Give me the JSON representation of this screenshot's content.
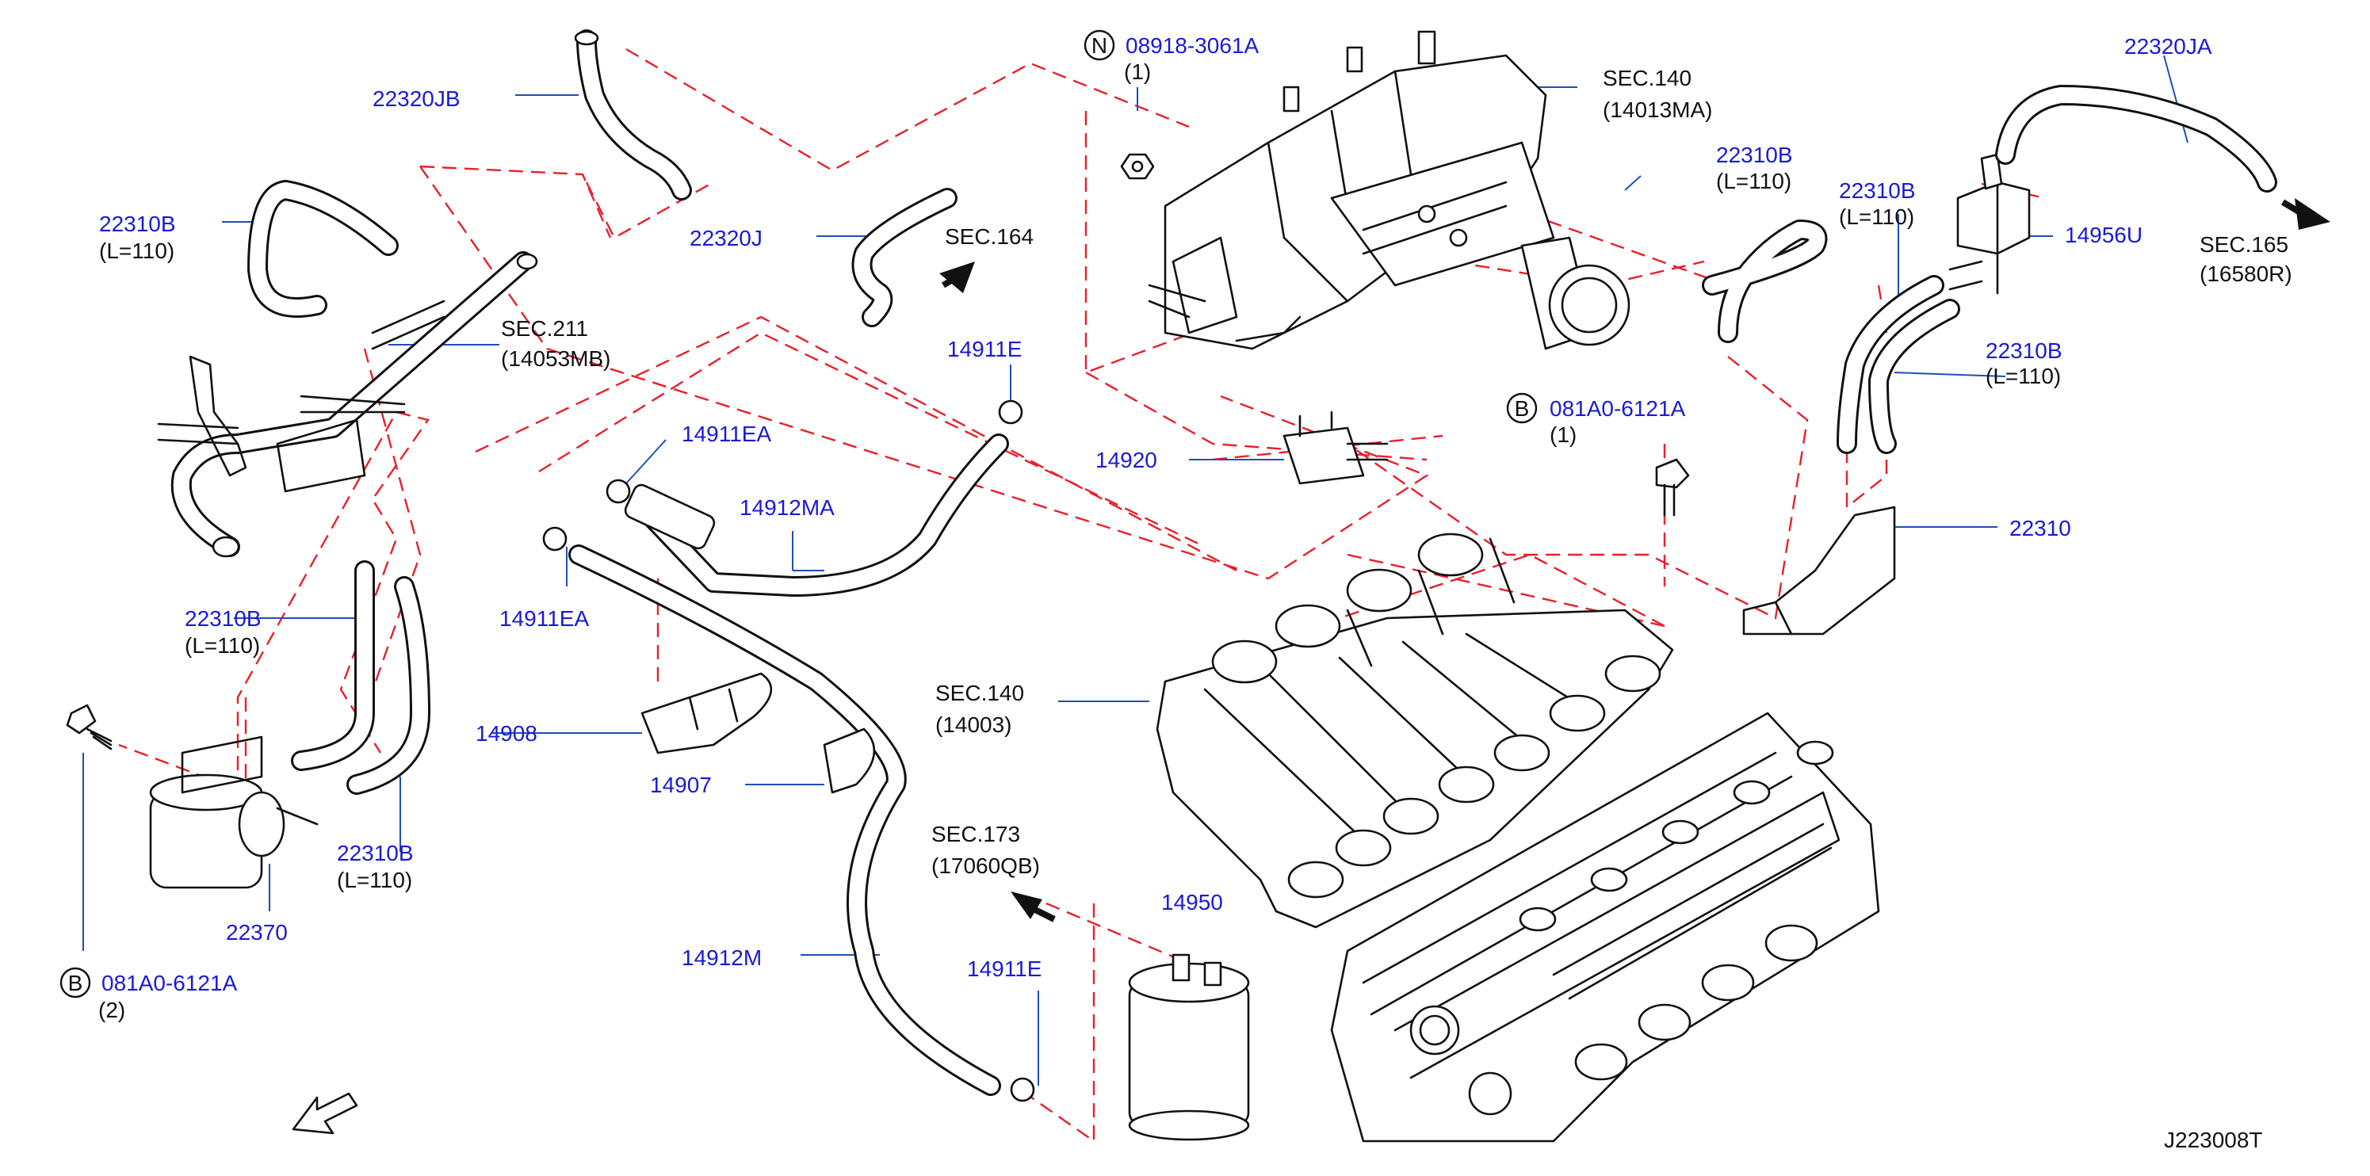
{
  "diagram": {
    "drawing_id": "J223008T",
    "front_label": "FRONT",
    "labels": {
      "p22320JB": "22320JB",
      "p22320JA": "22320JA",
      "p22320J": "22320J",
      "p22310B_a": "22310B",
      "p22310B_a_len": "(L=110)",
      "p22310B_b": "22310B",
      "p22310B_b_len": "(L=110)",
      "p22310B_c": "22310B",
      "p22310B_c_len": "(L=110)",
      "p22310B_d": "22310B",
      "p22310B_d_len": "(L=110)",
      "p22310B_e": "22310B",
      "p22310B_e_len": "(L=110)",
      "p22310B_f": "22310B",
      "p22310B_f_len": "(L=110)",
      "p22310": "22310",
      "p22370": "22370",
      "p14956U": "14956U",
      "p14920": "14920",
      "p14911E_a": "14911E",
      "p14911E_b": "14911E",
      "p14911EA_a": "14911EA",
      "p14911EA_b": "14911EA",
      "p14912MA": "14912MA",
      "p14912M": "14912M",
      "p14908": "14908",
      "p14907": "14907",
      "p14950": "14950",
      "nut_marker": "N",
      "nut_part": "08918-3061A",
      "nut_qty": "(1)",
      "bolt_marker_a": "B",
      "bolt_part_a": "081A0-6121A",
      "bolt_qty_a": "(1)",
      "bolt_marker_b": "B",
      "bolt_part_b": "081A0-6121A",
      "bolt_qty_b": "(2)",
      "sec140_top": "SEC.140",
      "sec140_top_sub": "(14013MA)",
      "sec140_mid": "SEC.140",
      "sec140_mid_sub": "(14003)",
      "sec211": "SEC.211",
      "sec211_sub": "(14053MB)",
      "sec164": "SEC.164",
      "sec165": "SEC.165",
      "sec165_sub": "(16580R)",
      "sec173": "SEC.173",
      "sec173_sub": "(17060QB)"
    },
    "colors": {
      "part_number": "#1a1ad6",
      "leader": "#1f4fb5",
      "dashed_link": "#e8202a",
      "linework": "#111111"
    }
  }
}
